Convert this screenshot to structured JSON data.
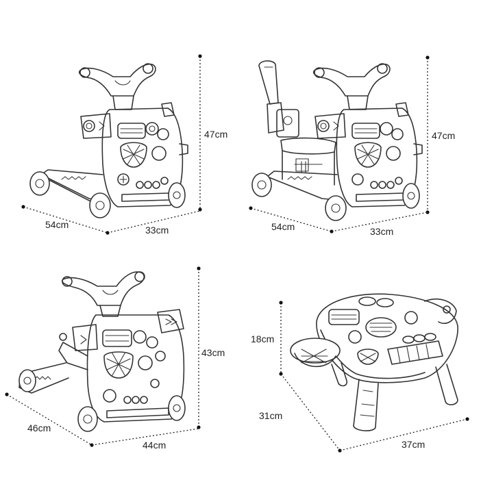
{
  "panels": [
    {
      "name": "walker-with-wheels",
      "width": "33cm",
      "depth": "54cm",
      "height": "47cm"
    },
    {
      "name": "walker-with-seat",
      "width": "33cm",
      "depth": "54cm",
      "height": "47cm"
    },
    {
      "name": "walker-folded",
      "width": "44cm",
      "depth": "46cm",
      "height": "43cm"
    },
    {
      "name": "activity-table",
      "width": "37cm",
      "depth": "31cm",
      "height": "18cm"
    }
  ]
}
